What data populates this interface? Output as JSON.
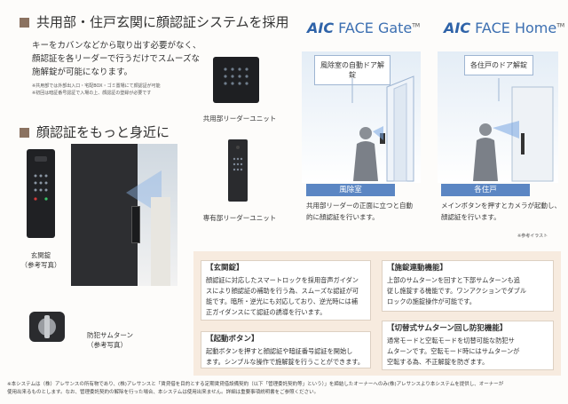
{
  "section1": {
    "title": "共用部・住戸玄関に顔認証システムを採用",
    "body": [
      "キーをカバンなどから取り出す必要がなく、",
      "顔認証を各リーダーで行うだけでスムーズな",
      "施解錠が可能になります。"
    ],
    "notes": [
      "※共用部では外部出入口・宅配BOX・ゴミ置場にて顔認証が可能",
      "※初回は暗証番号認証で入場の上、顔認証の登録が必要です"
    ]
  },
  "readers": {
    "common_label": "共用部リーダーユニット",
    "private_label": "専有部リーダーユニット"
  },
  "section2": {
    "title": "顔認証をもっと身近に"
  },
  "photos": {
    "front_door_caption": [
      "玄関錠",
      "（参考写真）"
    ],
    "thumb_turn_caption": [
      "防犯サムターン",
      "（参考写真）"
    ]
  },
  "face_gate": {
    "brand_mark": "AIC",
    "brand_name": "FACE Gate",
    "tm": "TM",
    "callout": "風除室の自動ドア解錠",
    "ribbon": "風除室",
    "desc": [
      "共用部リーダーの正面に立つと自動",
      "的に顔認証を行います。"
    ]
  },
  "face_home": {
    "brand_mark": "AIC",
    "brand_name": "FACE Home",
    "tm": "TM",
    "callout": "各住戸のドア解錠",
    "ribbon": "各住戸",
    "desc": [
      "メインボタンを押すとカメラが起動し、",
      "顔認証を行います。"
    ],
    "note": "※参考イラスト"
  },
  "features": {
    "front_lock": {
      "title": "【玄関錠】",
      "body": [
        "顔認証に対応したスマートロックを採用音声ガイダン",
        "スにより顔認証の補助を行う為、スムーズな認証が可",
        "能です。暗所・逆光にも対応しており、逆光時には補",
        "正ガイダンスにて認証の誘導を行います。"
      ]
    },
    "start_button": {
      "title": "【起動ボタン】",
      "body": [
        "起動ボタンを押すと顔認証や暗証番号認証を開始し",
        "ます。シンプルな操作で施解錠を行うことができます。"
      ]
    },
    "linked": {
      "title": "【施錠連動機能】",
      "body": [
        "上部のサムターンを回すと下部サムターンも追",
        "従し施錠する機能です。ワンアクションでダブル",
        "ロックの施錠操作が可能です。"
      ]
    },
    "switch_turn": {
      "title": "【切替式サムターン回し防犯機能】",
      "body": [
        "通常モードと空転モードを切替可能な防犯サ",
        "ムターンです。空転モード時にはサムターンが",
        "空転する為、不正解錠を防ぎます。"
      ]
    }
  },
  "footer": [
    "※本システムは（株）アレサンスの所有物であり、(株)アレサンスと「賃貸借を目的とする定期賃貸借設備契約（以下「管理委託契約等」という）」を締結したオーナーへのみ(株)アレサンスより本システムを提供し、オーナーが",
    "使用出来るものとします。なお、管理委託契約の解除を行った場合、本システムは使用出来ません。詳細は重要事項説明書をご参照ください。"
  ]
}
